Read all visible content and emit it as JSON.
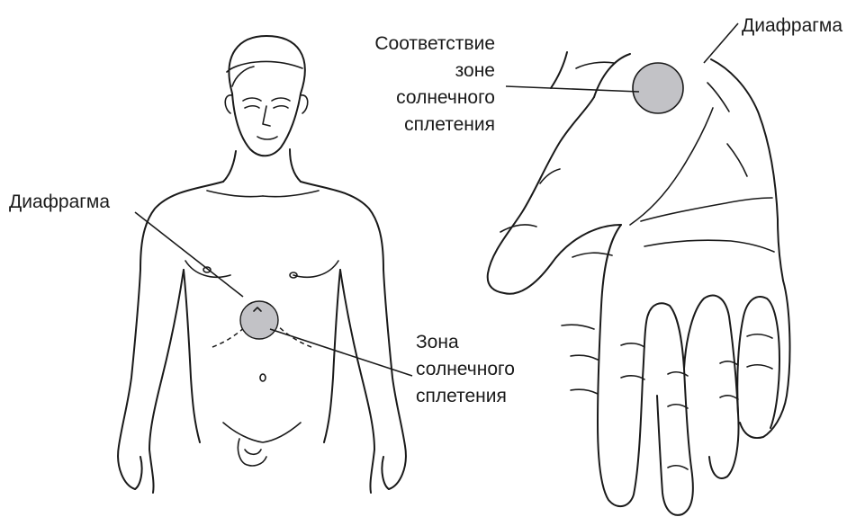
{
  "body_figure": {
    "diaphragm_label": "Диафрагма",
    "solar_plexus_label": [
      "Зона",
      "солнечного",
      "сплетения"
    ]
  },
  "hand_figure": {
    "correspondence_label": [
      "Соответствие",
      "зоне",
      "солнечного",
      "сплетения"
    ],
    "diaphragm_label": "Диафрагма"
  },
  "colors": {
    "zone_fill": "#c2c2c6",
    "line": "#1a1a1a",
    "background": "#ffffff"
  }
}
